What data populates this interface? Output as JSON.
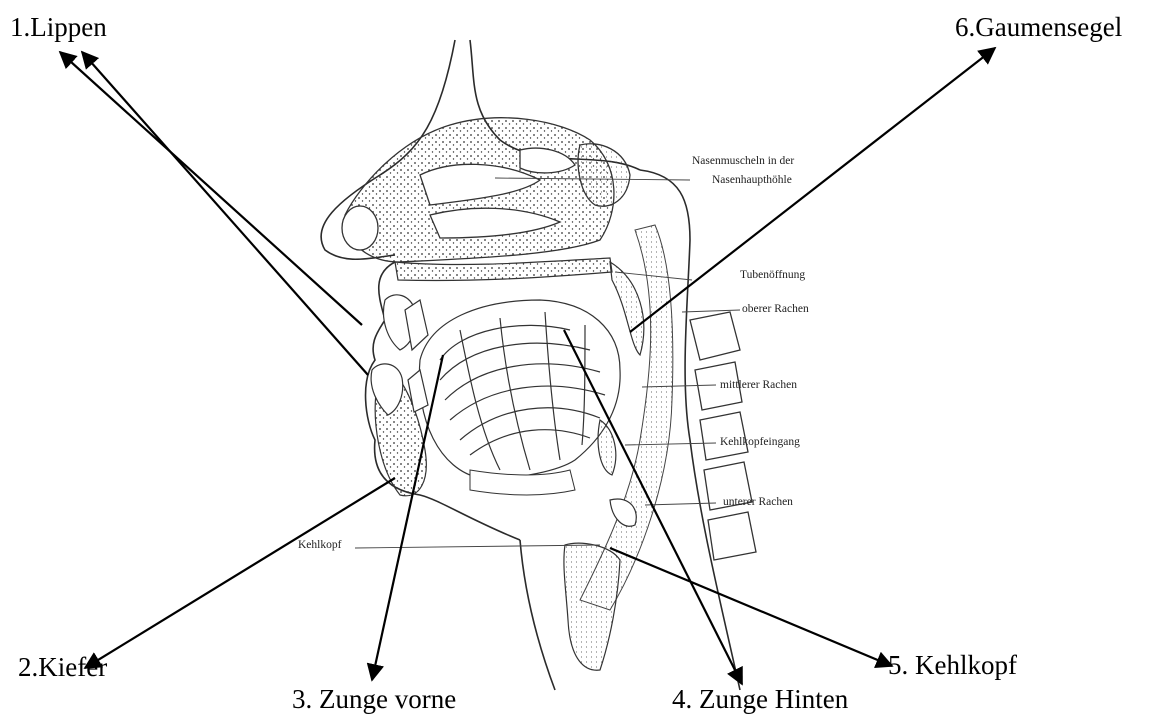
{
  "labels": {
    "lippen": "1.Lippen",
    "kiefer": "2.Kiefer",
    "zunge_vorne": "3. Zunge vorne",
    "zunge_hinten": "4. Zunge Hinten",
    "kehlkopf": "5. Kehlkopf",
    "gaumensegel": "6.Gaumensegel"
  },
  "annotations": {
    "nasenmuscheln_line1": "Nasenmuscheln in der",
    "nasenmuscheln_line2": "Nasenhaupthöhle",
    "tubenoeffnung": "Tubenöffnung",
    "oberer_rachen": "oberer Rachen",
    "mittlerer_rachen": "mittlerer Rachen",
    "kehlkopfeingang": "Kehlkopfeingang",
    "unterer_rachen": "unterer Rachen",
    "kehlkopf_small": "Kehlkopf"
  },
  "colors": {
    "ink": "#000000",
    "sketch": "#3a3a3a",
    "background": "#ffffff"
  }
}
